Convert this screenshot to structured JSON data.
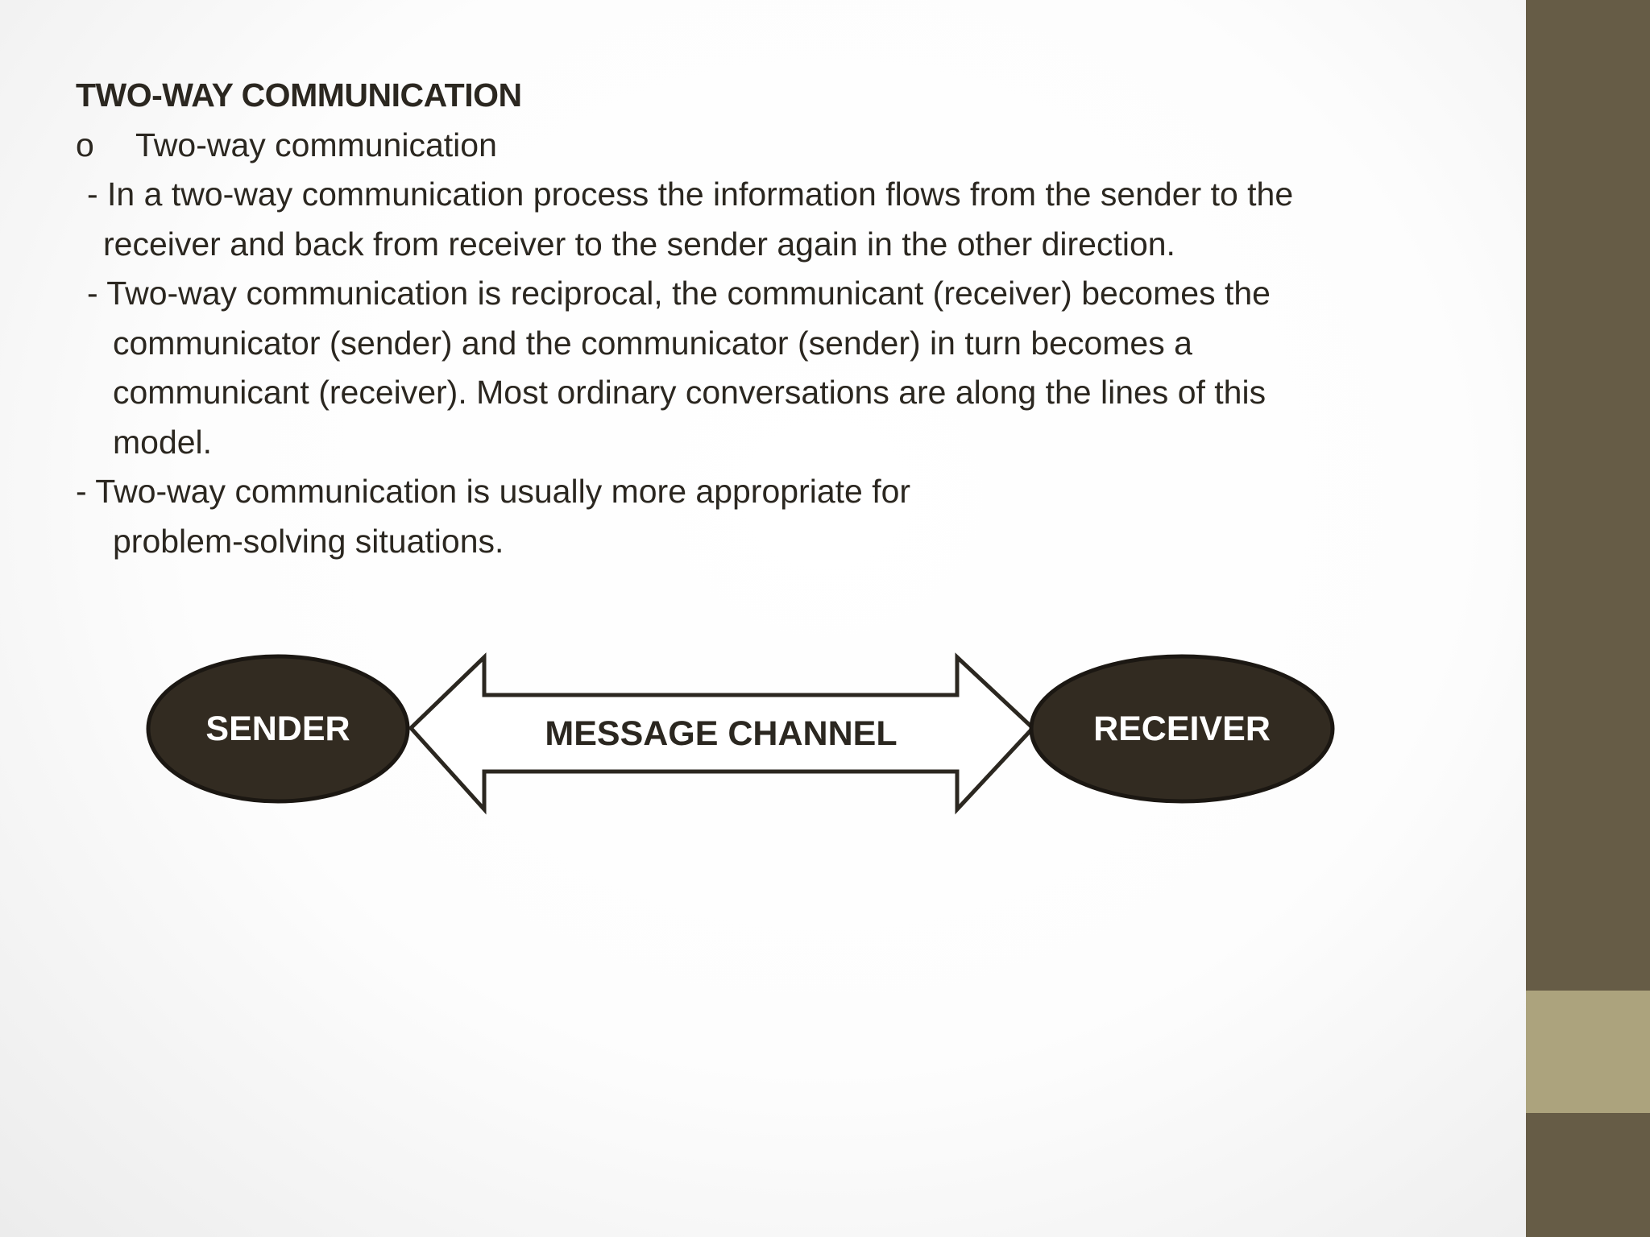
{
  "slide": {
    "title": "TWO-WAY COMMUNICATION",
    "bullet_marker": "o",
    "bullet_text": "Two-way communication",
    "paragraphs": [
      {
        "lines": [
          "- In a two-way communication process the information flows from the sender to the",
          "receiver and back from receiver to the sender again in the other direction."
        ]
      },
      {
        "lines": [
          "- Two-way communication is reciprocal, the communicant (receiver) becomes the",
          "communicator (sender) and the communicator (sender) in turn becomes a",
          "communicant (receiver). Most ordinary conversations are along the lines of this",
          "model."
        ]
      },
      {
        "lines": [
          "- Two-way communication is usually more appropriate for",
          "problem-solving situations."
        ]
      }
    ]
  },
  "diagram": {
    "sender_label": "SENDER",
    "channel_label": "MESSAGE CHANNEL",
    "receiver_label": "RECEIVER"
  },
  "colors": {
    "text": "#2b2720",
    "ellipse_fill": "#322b21",
    "ellipse_text": "#ffffff",
    "side_bar": "#665c46",
    "side_accent": "#aca37d"
  }
}
